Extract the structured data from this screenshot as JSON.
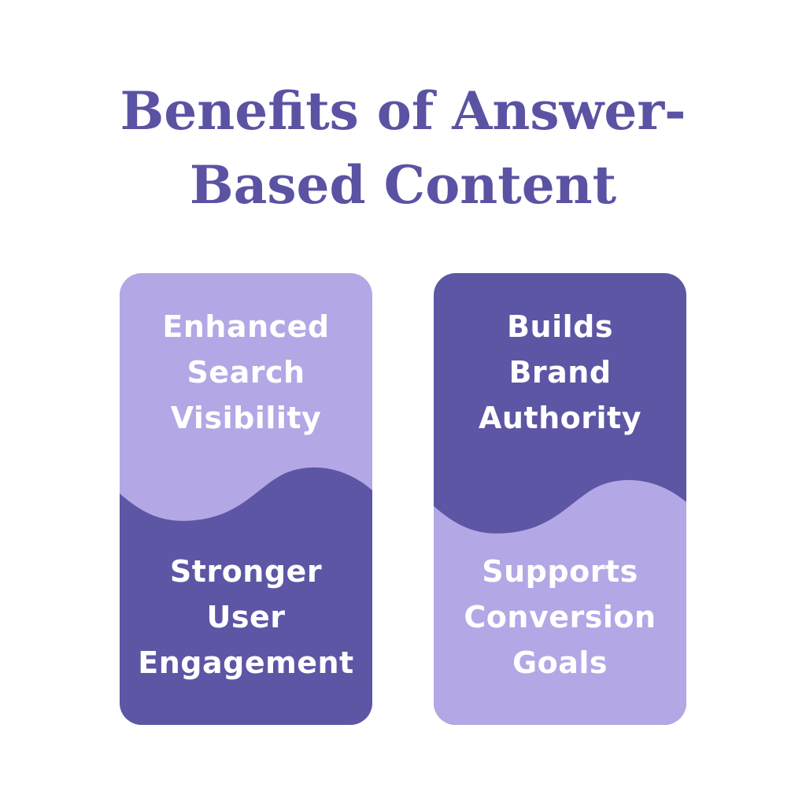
{
  "title": {
    "lines": [
      "Benefits of Answer-",
      "Based Content"
    ]
  },
  "cards": [
    {
      "top_lines": [
        "Enhanced",
        "Search",
        "Visibility"
      ],
      "bottom_lines": [
        "Stronger",
        "User",
        "Engagement"
      ],
      "top_theme": "light",
      "bottom_theme": "dark"
    },
    {
      "top_lines": [
        "Builds",
        "Brand",
        "Authority"
      ],
      "bottom_lines": [
        "Supports",
        "Conversion",
        "Goals"
      ],
      "top_theme": "dark",
      "bottom_theme": "light"
    }
  ],
  "colors": {
    "background": "#ffffff",
    "light_purple": "#b4a7e5",
    "dark_purple": "#5c56a5",
    "title_color": "#5a53a3",
    "card_text": "#ffffff"
  }
}
